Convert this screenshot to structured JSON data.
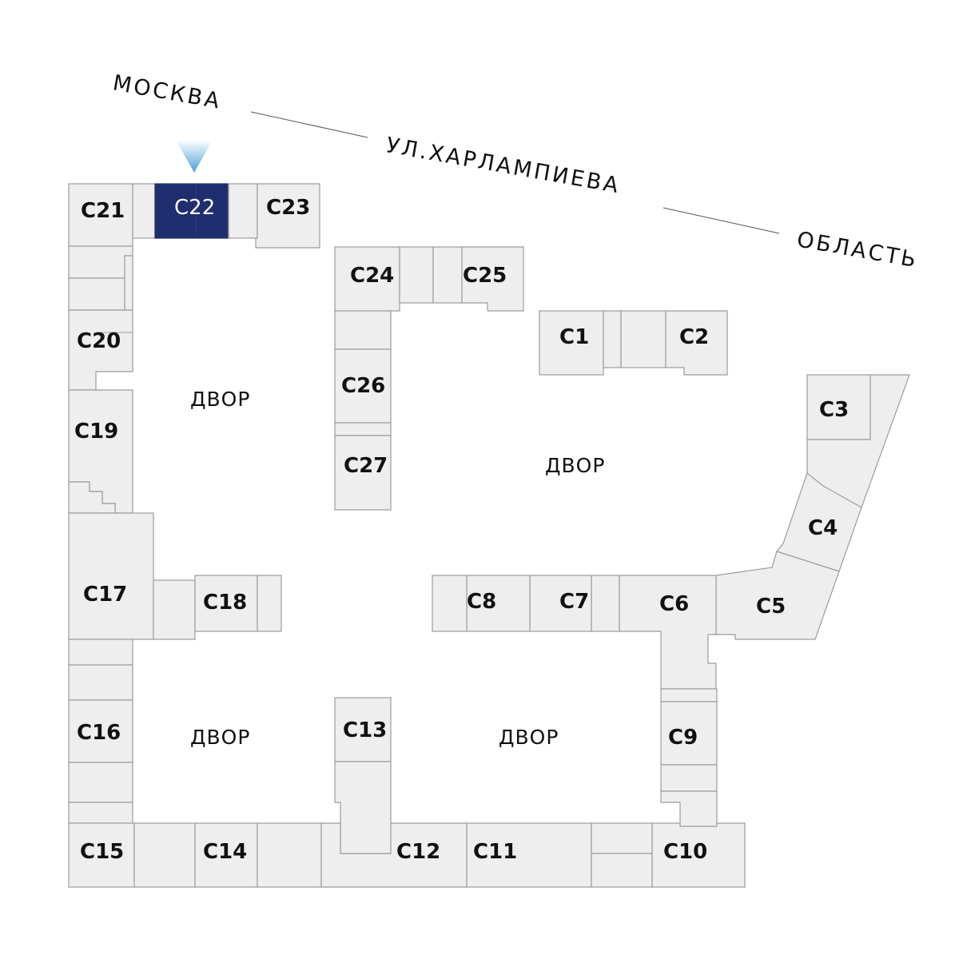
{
  "street": {
    "moscow": "МОСКВА",
    "name": "УЛ.ХАРЛАМПИЕВА",
    "region": "ОБЛАСТЬ"
  },
  "courtyards": [
    "ДВОР",
    "ДВОР",
    "ДВОР",
    "ДВОР"
  ],
  "sections": {
    "c1": "С1",
    "c2": "С2",
    "c3": "С3",
    "c4": "С4",
    "c5": "С5",
    "c6": "С6",
    "c7": "С7",
    "c8": "С8",
    "c9": "С9",
    "c10": "С10",
    "c11": "С11",
    "c12": "С12",
    "c13": "С13",
    "c14": "С14",
    "c15": "С15",
    "c16": "С16",
    "c17": "С17",
    "c18": "С18",
    "c19": "С19",
    "c20": "С20",
    "c21": "С21",
    "c22": "С22",
    "c23": "С23",
    "c24": "С24",
    "c25": "С25",
    "c26": "С26",
    "c27": "С27"
  },
  "selected_section": "С22",
  "colors": {
    "selected": "#1f2e6e",
    "marker": "#5aa6d6",
    "building": "#eeeeee",
    "outline": "#9c9c9c"
  },
  "icons": {
    "marker": "down-triangle-marker-icon"
  }
}
